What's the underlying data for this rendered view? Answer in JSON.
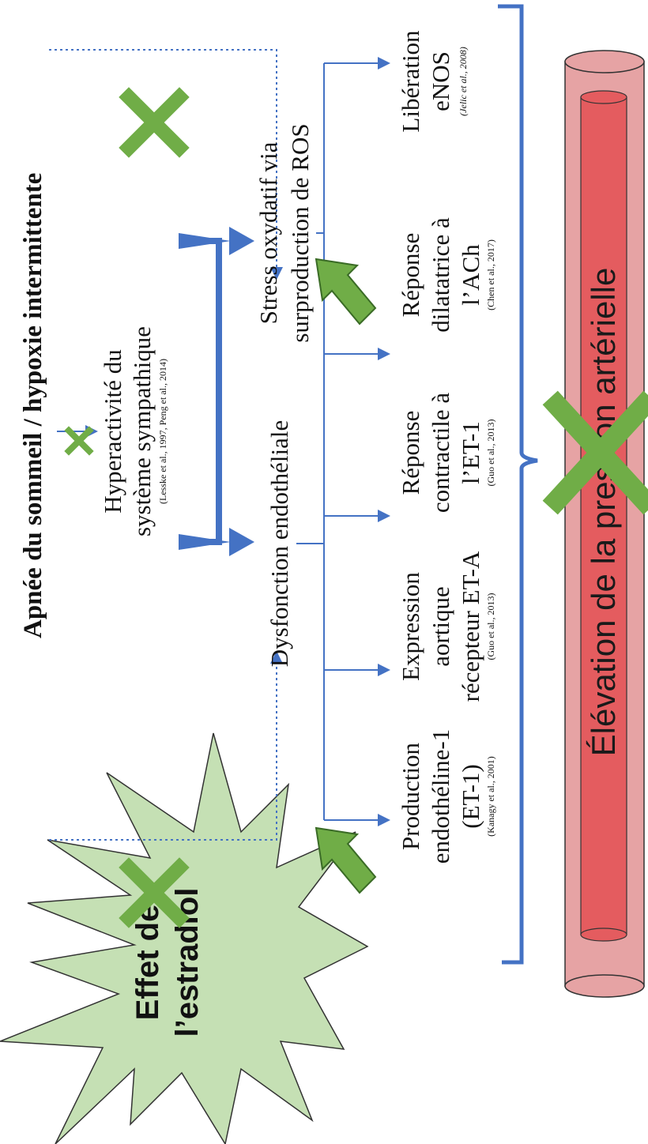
{
  "title": "Apnée du sommeil / hypoxie intermittente",
  "nodes": {
    "sympathetic": {
      "line1": "Hyperactivité du",
      "line2": "système sympathique",
      "cite": "(Lesske et al., 1997, Peng et al., 2014)"
    },
    "endothelial": {
      "label": "Dysfonction endothéliale"
    },
    "oxidative": {
      "line1": "Stress oxydatif via",
      "line2": "surproduction de ROS"
    }
  },
  "effects": [
    {
      "lines": [
        "Production",
        "endothéline-1",
        "(ET-1)"
      ],
      "cite": "(Kanagy et al., 2001)"
    },
    {
      "lines": [
        "Expression",
        "aortique",
        "récepteur ET-A"
      ],
      "cite": "(Guo et al., 2013)"
    },
    {
      "lines": [
        "Réponse",
        "contractile à",
        "l’ET-1"
      ],
      "cite": "(Guo et al., 2013)"
    },
    {
      "lines": [
        "Réponse",
        "dilatatrice à",
        "l’ACh"
      ],
      "cite": "(Chen et al., 2017)"
    },
    {
      "lines": [
        "Libération",
        "eNOS"
      ],
      "cite": "(Jelic et al., 2008)"
    }
  ],
  "estradiol": {
    "line1": "Effet de",
    "line2": "l’estradiol"
  },
  "outcome": "Élévation de la pression artérielle",
  "colors": {
    "blue": "#4472C4",
    "green": "#70AD47",
    "green_dark": "#3A6B26",
    "burst_fill": "#C5E0B4",
    "vessel_outer": "#E6A3A4",
    "vessel_inner": "#E45C5F"
  }
}
